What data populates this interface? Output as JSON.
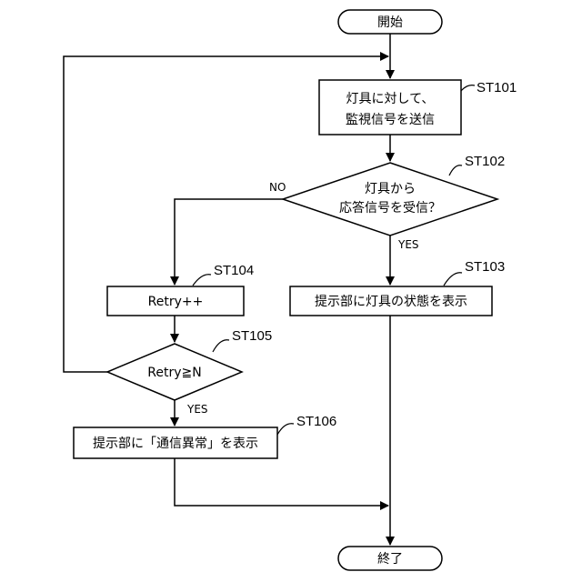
{
  "flowchart": {
    "start": {
      "label": "開始"
    },
    "st101": {
      "id": "ST101",
      "line1": "灯具に対して、",
      "line2": "監視信号を送信"
    },
    "st102": {
      "id": "ST102",
      "line1": "灯具から",
      "line2": "応答信号を受信？"
    },
    "st103": {
      "id": "ST103",
      "label": "提示部に灯具の状態を表示"
    },
    "st104": {
      "id": "ST104",
      "label": "Retry++"
    },
    "st105": {
      "id": "ST105",
      "label": "Retry≧N"
    },
    "st106": {
      "id": "ST106",
      "label": "提示部に「通信異常」を表示"
    },
    "end": {
      "label": "終了"
    },
    "branch_labels": {
      "no": "NO",
      "yes_st102": "YES",
      "yes_st105": "YES"
    }
  }
}
